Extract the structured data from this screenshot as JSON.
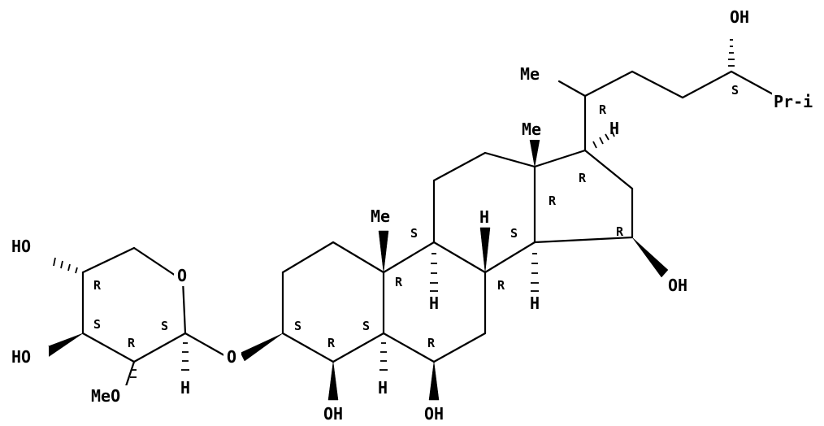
{
  "figure": {
    "atoms": {
      "oh_side_chain": "OH",
      "me_side_chain": "Me",
      "pr_i": "Pr-i",
      "h_c17": "H",
      "me_c18": "Me",
      "me_c19": "Me",
      "h_c8": "H",
      "h_c9": "H",
      "h_c14": "H",
      "oh_c15": "OH",
      "o_glycoside": "O",
      "o_ring": "O",
      "ho_c4p": "HO",
      "ho_c3p": "HO",
      "meo_c2p": "MeO",
      "h_c1p": "H",
      "h_c5": "H",
      "oh_c4": "OH",
      "oh_c6": "OH"
    },
    "stereo": {
      "c24": "S",
      "c20": "R",
      "c17": "R",
      "c13": "R",
      "c15": "R",
      "c14": "S",
      "c9": "S",
      "c8": "R",
      "c10": "R",
      "c3": "S",
      "c4": "R",
      "c5": "S",
      "c6": "R",
      "c4p": "R",
      "c3p": "S",
      "c2p": "R",
      "c1p": "S"
    }
  }
}
